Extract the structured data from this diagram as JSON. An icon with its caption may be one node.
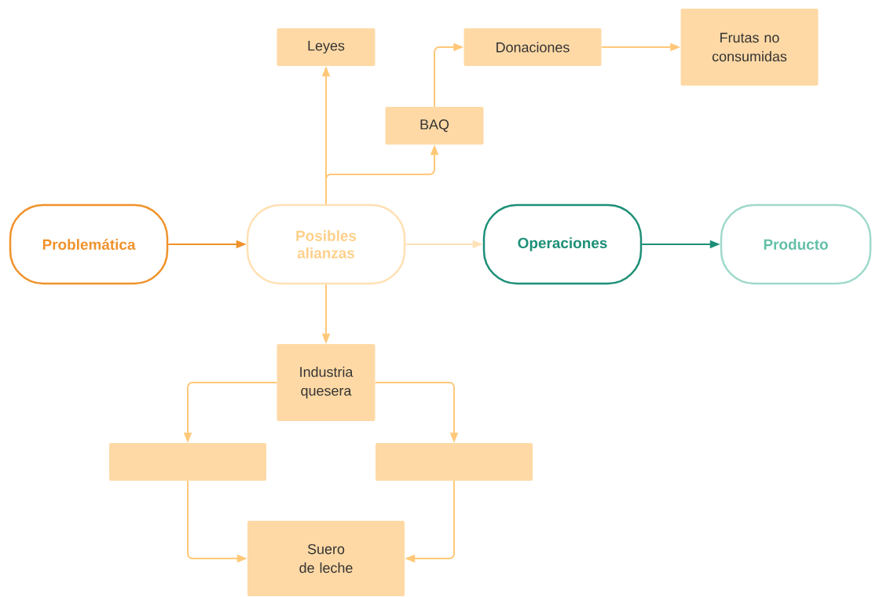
{
  "diagram": {
    "nodes": [
      {
        "text": [
          "Problemática"
        ]
      },
      {
        "text": [
          "Posibles alianzas"
        ]
      },
      {
        "text": [
          "Operaciones"
        ]
      },
      {
        "text": [
          "Producto"
        ]
      },
      {
        "text": [
          "Leyes"
        ]
      },
      {
        "text": [
          "BAQ"
        ]
      },
      {
        "text": [
          "Donaciones"
        ]
      },
      {
        "text": [
          "Frutas no consumidas"
        ]
      },
      {
        "text": [
          "Industria quesera"
        ]
      },
      {
        "text": [],
        "shape": "box"
      },
      {
        "text": [],
        "shape": "box"
      },
      {
        "text": [
          "Suero de leche"
        ]
      }
    ],
    "edges": [
      {
        "from": 0,
        "to": 1,
        "arrow": "to",
        "color": "#f0922b"
      },
      {
        "from": 1,
        "to": 2,
        "arrow": "to",
        "color": "#ffe2b8"
      },
      {
        "from": 2,
        "to": 3,
        "arrow": "to",
        "color": "#1d8f77"
      },
      {
        "from": 1,
        "to": 4,
        "arrow": "to"
      },
      {
        "from": 1,
        "to": 5,
        "arrow": "to"
      },
      {
        "from": 5,
        "to": 6,
        "arrow": "to"
      },
      {
        "from": 6,
        "to": 7,
        "arrow": "to"
      },
      {
        "from": 1,
        "to": 8,
        "arrow": "to"
      },
      {
        "from": 8,
        "to": 9,
        "arrow": "to"
      },
      {
        "from": 8,
        "to": 10,
        "arrow": "to"
      },
      {
        "from": 9,
        "to": 11,
        "arrow": "to"
      },
      {
        "from": 10,
        "to": 11,
        "arrow": "to"
      }
    ]
  }
}
